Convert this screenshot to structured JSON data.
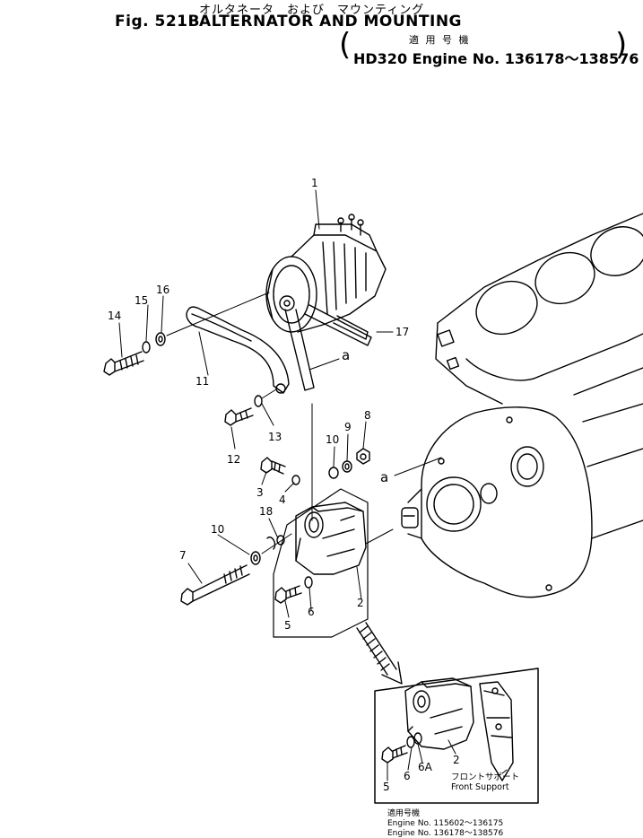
{
  "header": {
    "japanese_title": "オルタネータ　および　マウンティング",
    "fig_label": "Fig. 521B",
    "title": "ALTERNATOR AND MOUNTING",
    "applicability_jp": "適 用 号 機",
    "applicability": "HD320 Engine No. 136178～138576"
  },
  "callouts": {
    "c1": "1",
    "c2": "2",
    "c3": "3",
    "c4": "4",
    "c5": "5",
    "c6": "6",
    "c7": "7",
    "c8": "8",
    "c9": "9",
    "c10a": "10",
    "c10b": "10",
    "c11": "11",
    "c12": "12",
    "c13": "13",
    "c14": "14",
    "c15": "15",
    "c16": "16",
    "c17": "17",
    "c18": "18",
    "ref_a1": "a",
    "ref_a2": "a",
    "inset_c2": "2",
    "inset_c5": "5",
    "inset_c6": "6",
    "inset_c6a": "6A"
  },
  "inset": {
    "front_support_jp": "フロントサポート",
    "front_support": "Front Support"
  },
  "footnote": {
    "jp": "適用号機",
    "line1": "Engine No. 115602～136175",
    "line2": "Engine No. 136178～138576"
  }
}
